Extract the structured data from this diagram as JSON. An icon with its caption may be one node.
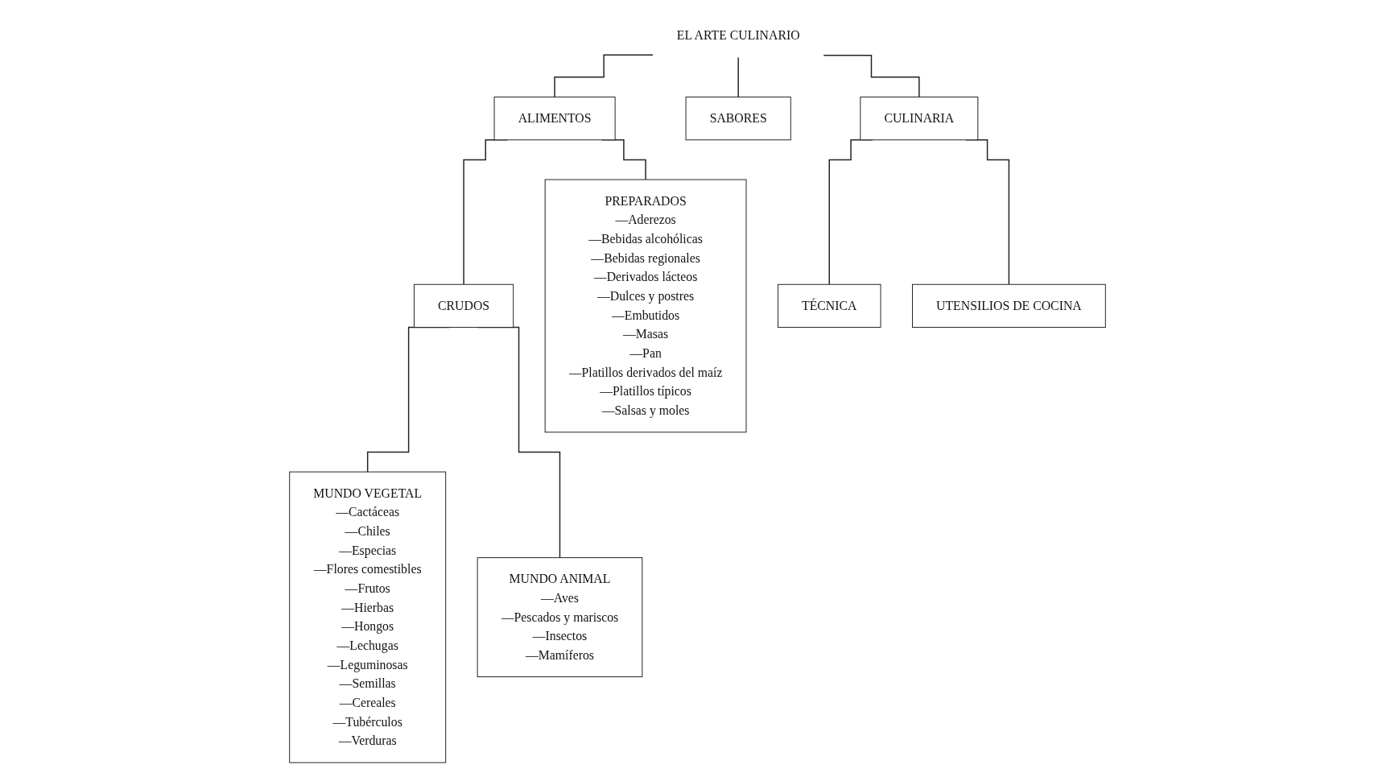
{
  "diagram": {
    "nodes": [
      {
        "text": [
          "EL ARTE CULINARIO"
        ]
      },
      {
        "text": [
          "ALIMENTOS"
        ]
      },
      {
        "text": [
          "SABORES"
        ]
      },
      {
        "text": [
          "CULINARIA"
        ]
      },
      {
        "text": [
          "CRUDOS"
        ]
      },
      {
        "text": [
          "PREPARADOS",
          "—Aderezos",
          "—Bebidas alcohólicas",
          "—Bebidas regionales",
          "—Derivados lácteos",
          "—Dulces y postres",
          "—Embutidos",
          "—Masas",
          "—Pan",
          "—Platillos derivados del maíz",
          "—Platillos típicos",
          "—Salsas y moles"
        ]
      },
      {
        "text": [
          "TÉCNICA"
        ]
      },
      {
        "text": [
          "UTENSILIOS DE COCINA"
        ]
      },
      {
        "text": [
          "MUNDO VEGETAL",
          "—Cactáceas",
          "—Chiles",
          "—Especias",
          "—Flores comestibles",
          "—Frutos",
          "—Hierbas",
          "—Hongos",
          "—Lechugas",
          "—Leguminosas",
          "—Semillas",
          "—Cereales",
          "—Tubérculos",
          "—Verduras"
        ]
      },
      {
        "text": [
          "MUNDO ANIMAL",
          "—Aves",
          "—Pescados y mariscos",
          "—Insectos",
          "—Mamíferos"
        ]
      }
    ],
    "edges": [
      {
        "from": 0,
        "to": 1,
        "arrow": "none"
      },
      {
        "from": 0,
        "to": 2,
        "arrow": "none"
      },
      {
        "from": 0,
        "to": 3,
        "arrow": "none"
      },
      {
        "from": 1,
        "to": 4,
        "arrow": "none"
      },
      {
        "from": 1,
        "to": 5,
        "arrow": "none"
      },
      {
        "from": 3,
        "to": 6,
        "arrow": "none"
      },
      {
        "from": 3,
        "to": 7,
        "arrow": "none"
      },
      {
        "from": 4,
        "to": 8,
        "arrow": "none"
      },
      {
        "from": 4,
        "to": 9,
        "arrow": "none"
      }
    ]
  }
}
